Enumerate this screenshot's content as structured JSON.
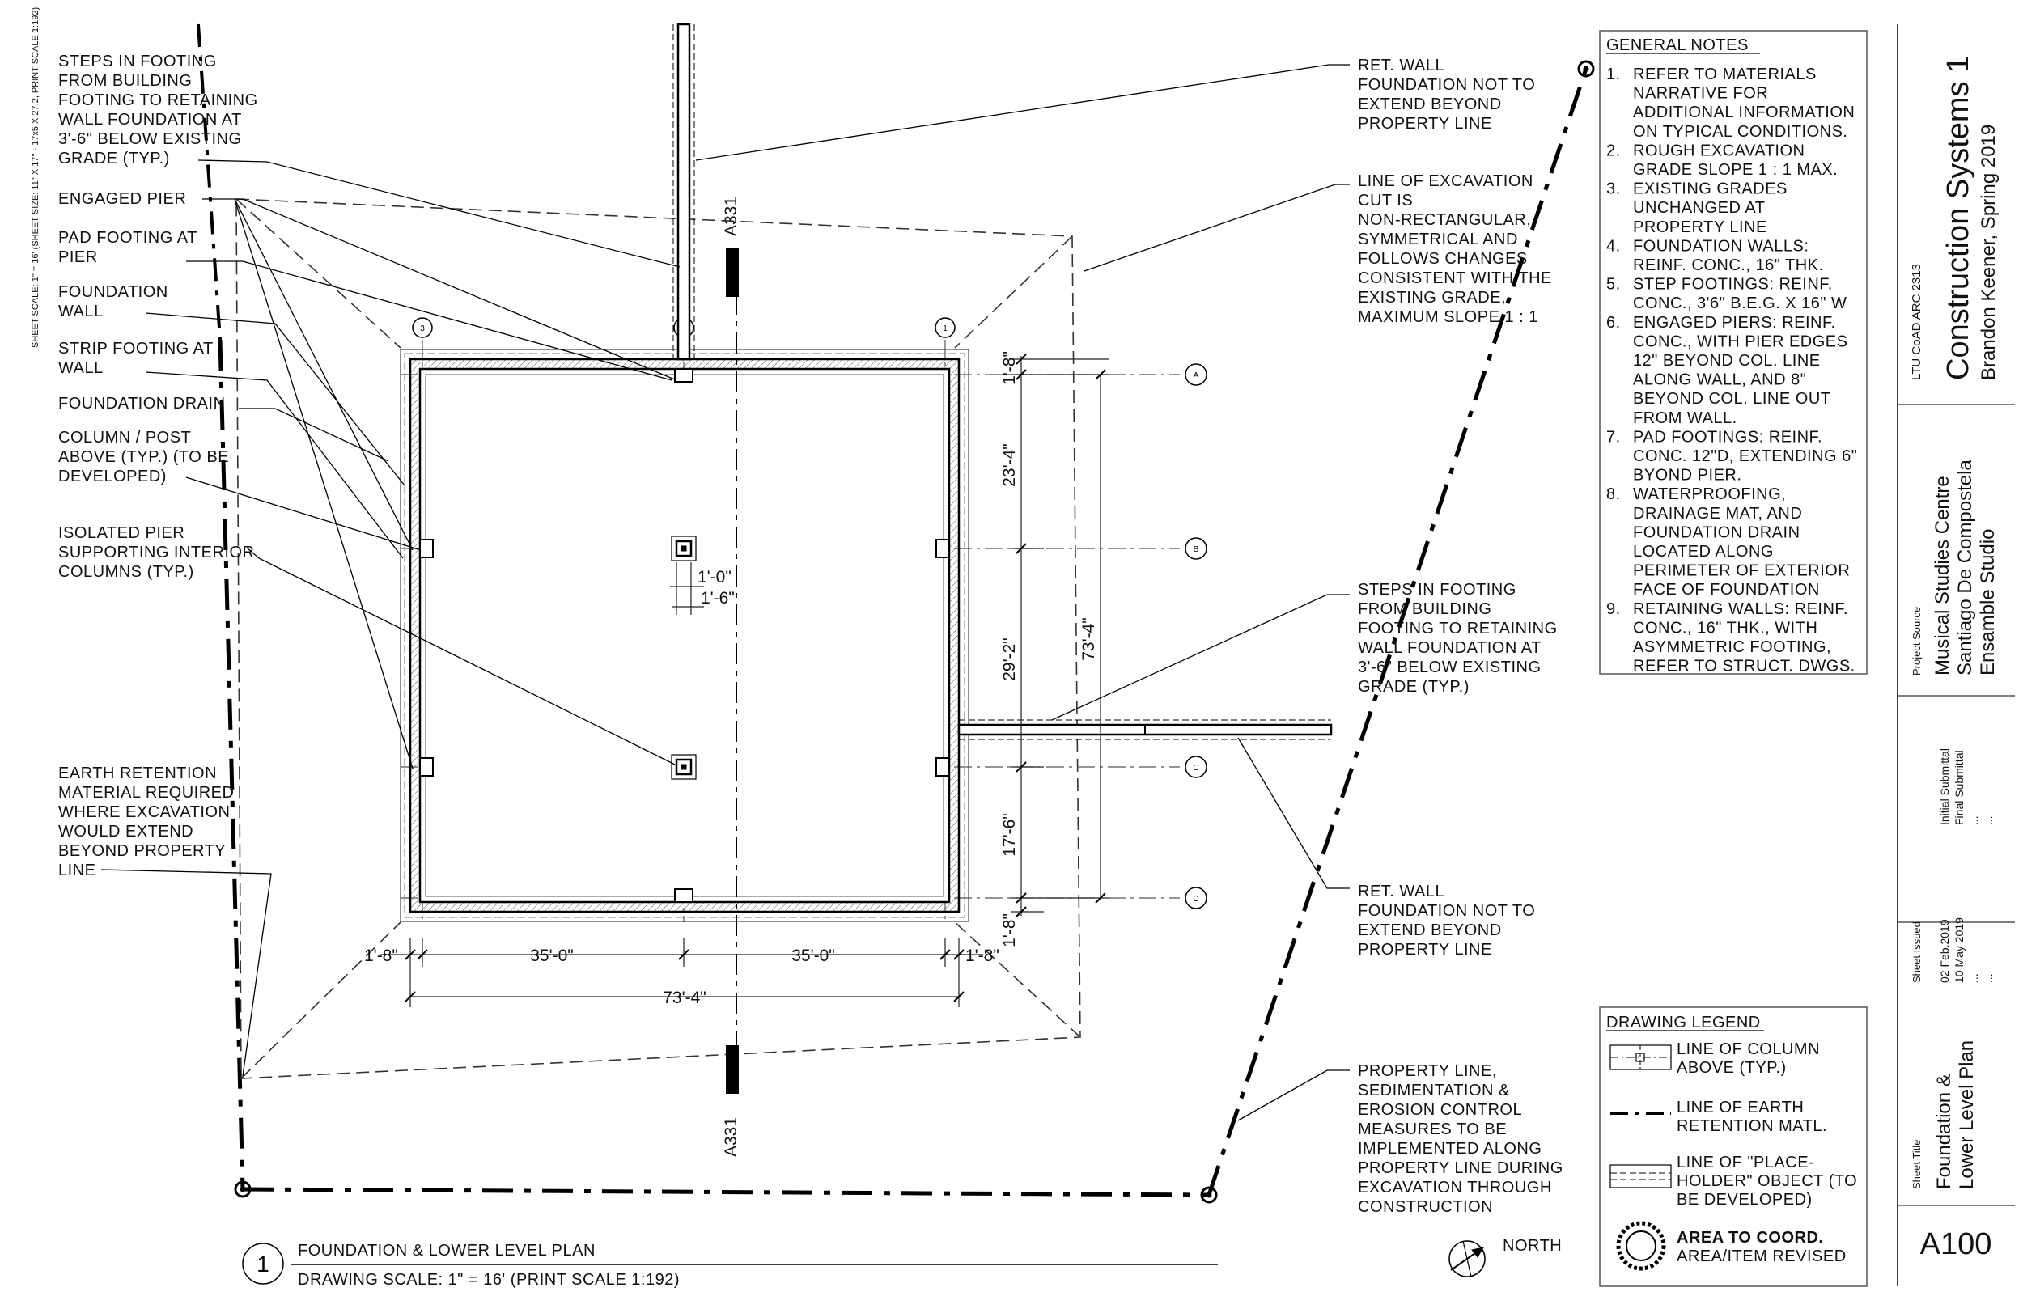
{
  "sheet_side_note": "SHEET SCALE: 1\" = 16' (SHEET SIZE: 11\" X 17\" - 17x5 X 27.2, PRINT SCALE 1:192)",
  "drawing": {
    "number": "1",
    "title": "FOUNDATION & LOWER LEVEL PLAN",
    "scale": "DRAWING SCALE: 1\" = 16' (PRINT SCALE 1:192)",
    "north_label": "NORTH",
    "section_marks": [
      "A331",
      "A331"
    ],
    "grid_columns": [
      "3",
      "2",
      "1"
    ],
    "grid_rows": [
      "A",
      "B",
      "C",
      "D"
    ],
    "dimensions": {
      "top_offset": "1'-8\"",
      "row_ab": "23'-4\"",
      "overall_vertical": "73'-4\"",
      "row_bc": "29'-2\"",
      "row_cd": "17'-6\"",
      "bottom_offset": "1'-8\"",
      "left_offset": "1'-8\"",
      "bay_left": "35'-0\"",
      "bay_right": "35'-0\"",
      "right_offset": "1'-8\"",
      "overall_horizontal": "73'-4\"",
      "pier_inner": "1'-0\"",
      "pier_outer": "1'-6\""
    }
  },
  "left_annotations": [
    [
      "STEPS IN FOOTING",
      "FROM BUILDING",
      "FOOTING TO RETAINING",
      "WALL FOUNDATION AT",
      "3'-6\" BELOW EXISTING",
      "GRADE (TYP.)"
    ],
    [
      "ENGAGED PIER"
    ],
    [
      "PAD FOOTING AT",
      "PIER"
    ],
    [
      "FOUNDATION",
      "WALL"
    ],
    [
      "STRIP FOOTING AT",
      "WALL"
    ],
    [
      "FOUNDATION DRAIN"
    ],
    [
      "COLUMN / POST",
      "ABOVE (TYP.) (TO BE",
      "DEVELOPED)"
    ],
    [
      "ISOLATED PIER",
      "SUPPORTING INTERIOR",
      "COLUMNS (TYP.)"
    ],
    [
      "EARTH RETENTION",
      "MATERIAL REQUIRED",
      "WHERE EXCAVATION",
      "WOULD EXTEND",
      "BEYOND PROPERTY",
      "LINE"
    ]
  ],
  "right_annotations": [
    [
      "RET. WALL",
      "FOUNDATION NOT TO",
      "EXTEND BEYOND",
      "PROPERTY LINE"
    ],
    [
      "LINE OF EXCAVATION",
      "CUT IS",
      "NON-RECTANGULAR,",
      "SYMMETRICAL AND",
      "FOLLOWS CHANGES",
      "CONSISTENT WITH THE",
      "EXISTING GRADE,",
      "MAXIMUM SLOPE 1 : 1"
    ],
    [
      "STEPS IN FOOTING",
      "FROM BUILDING",
      "FOOTING TO RETAINING",
      "WALL FOUNDATION AT",
      "3'-6\" BELOW EXISTING",
      "GRADE (TYP.)"
    ],
    [
      "RET. WALL",
      "FOUNDATION NOT TO",
      "EXTEND BEYOND",
      "PROPERTY LINE"
    ],
    [
      "PROPERTY LINE,",
      "SEDIMENTATION &",
      "EROSION CONTROL",
      "MEASURES TO BE",
      "IMPLEMENTED ALONG",
      "PROPERTY LINE DURING",
      "EXCAVATION THROUGH",
      "CONSTRUCTION"
    ]
  ],
  "general_notes": {
    "title": "GENERAL NOTES",
    "items": [
      {
        "num": "1.",
        "lines": [
          "REFER TO MATERIALS",
          "NARRATIVE FOR",
          "ADDITIONAL INFORMATION",
          "ON TYPICAL CONDITIONS."
        ]
      },
      {
        "num": "2.",
        "lines": [
          "ROUGH EXCAVATION",
          "GRADE SLOPE 1 : 1 MAX."
        ]
      },
      {
        "num": "3.",
        "lines": [
          "EXISTING GRADES",
          "UNCHANGED AT",
          "PROPERTY LINE"
        ]
      },
      {
        "num": "4.",
        "lines": [
          "FOUNDATION WALLS:",
          "REINF. CONC., 16\" THK."
        ]
      },
      {
        "num": "5.",
        "lines": [
          "STEP FOOTINGS: REINF.",
          "CONC., 3'6\" B.E.G. X 16\" W"
        ]
      },
      {
        "num": "6.",
        "lines": [
          "ENGAGED PIERS: REINF.",
          "CONC., WITH PIER EDGES",
          "12\" BEYOND COL. LINE",
          "ALONG WALL, AND 8\"",
          "BEYOND COL. LINE OUT",
          "FROM WALL."
        ]
      },
      {
        "num": "7.",
        "lines": [
          "PAD FOOTINGS: REINF.",
          "CONC.  12\"D, EXTENDING 6\"",
          "BYOND PIER."
        ]
      },
      {
        "num": "8.",
        "lines": [
          "WATERPROOFING,",
          "DRAINAGE MAT, AND",
          "FOUNDATION DRAIN",
          "LOCATED ALONG",
          "PERIMETER OF EXTERIOR",
          "FACE OF FOUNDATION"
        ]
      },
      {
        "num": "9.",
        "lines": [
          "RETAINING WALLS: REINF.",
          "CONC., 16\" THK., WITH",
          "ASYMMETRIC FOOTING,",
          "REFER TO STRUCT. DWGS."
        ]
      }
    ]
  },
  "legend": {
    "title": "DRAWING LEGEND",
    "items": [
      [
        "LINE OF COLUMN",
        "ABOVE (TYP.)"
      ],
      [
        "LINE OF EARTH",
        "RETENTION MATL."
      ],
      [
        "LINE OF \"PLACE-",
        "HOLDER\" OBJECT (TO",
        "BE DEVELOPED)"
      ],
      [
        "AREA TO COORD.",
        "AREA/ITEM REVISED"
      ]
    ]
  },
  "title_block": {
    "course_code": "LTU CoAD ARC 2313",
    "course_name": "Construction Systems 1",
    "author": "Brandon Keener, Spring 2019",
    "project_source_label": "Project Source",
    "project_lines": [
      "Musical Studies Centre",
      "Santiago De Compostela",
      "Ensamble Studio"
    ],
    "submittals": [
      "Initial Submittal",
      "Final Submittal",
      "...",
      "..."
    ],
    "sheet_issued_label": "Sheet Issued",
    "issued_dates": [
      "02 Feb.2019",
      "10 May 2019",
      "...",
      "..."
    ],
    "sheet_title_label": "Sheet Title",
    "sheet_title_lines": [
      "Foundation &",
      "Lower Level Plan"
    ],
    "sheet_number": "A100"
  }
}
